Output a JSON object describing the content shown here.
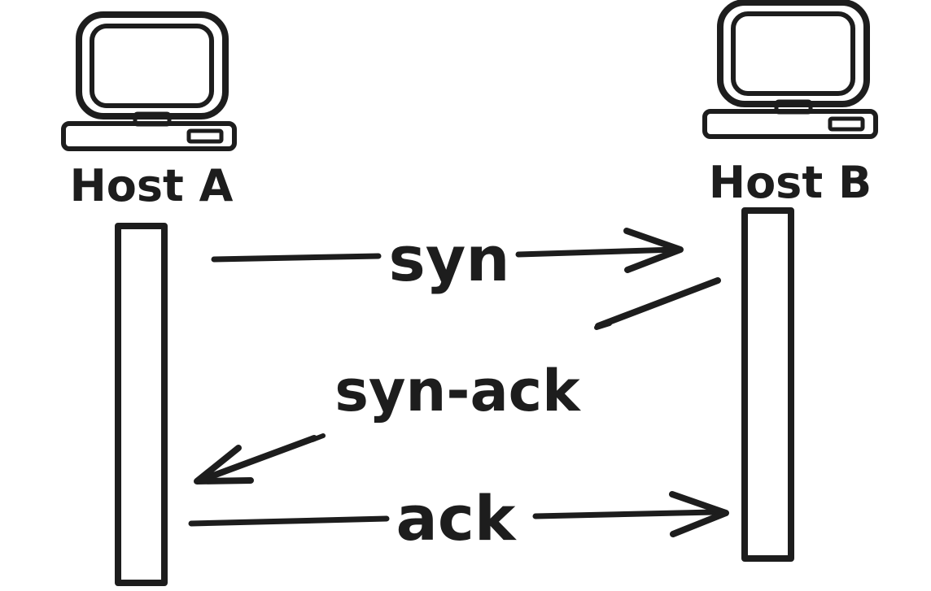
{
  "palette": {
    "background": "#ffffff",
    "ink": "#1d1d1d"
  },
  "actors": [
    {
      "id": "host-a",
      "label": "Host A",
      "icon": "computer-icon"
    },
    {
      "id": "host-b",
      "label": "Host B",
      "icon": "computer-icon"
    }
  ],
  "messages": [
    {
      "label": "syn",
      "from": "host-a",
      "to": "host-b",
      "direction": "left-to-right"
    },
    {
      "label": "syn-ack",
      "from": "host-b",
      "to": "host-a",
      "direction": "right-to-left"
    },
    {
      "label": "ack",
      "from": "host-a",
      "to": "host-b",
      "direction": "left-to-right"
    }
  ]
}
